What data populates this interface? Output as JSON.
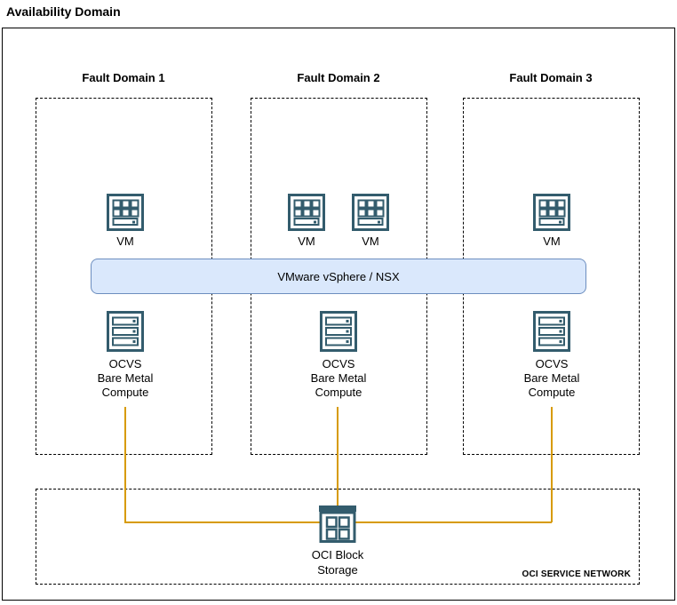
{
  "diagram": {
    "title": "Availability Domain",
    "fault_domains": [
      {
        "label": "Fault Domain 1",
        "vms": [
          {
            "label": "VM"
          }
        ],
        "compute": {
          "label": "OCVS\nBare Metal\nCompute"
        }
      },
      {
        "label": "Fault Domain 2",
        "vms": [
          {
            "label": "VM"
          },
          {
            "label": "VM"
          }
        ],
        "compute": {
          "label": "OCVS\nBare Metal\nCompute"
        }
      },
      {
        "label": "Fault Domain 3",
        "vms": [
          {
            "label": "VM"
          }
        ],
        "compute": {
          "label": "OCVS\nBare Metal\nCompute"
        }
      }
    ],
    "virtualization_layer": {
      "label": "VMware vSphere / NSX"
    },
    "service_network": {
      "label": "OCI SERVICE NETWORK",
      "storage": {
        "label": "OCI Block\nStorage"
      }
    },
    "colors": {
      "banner_fill": "#dae8fc",
      "banner_border": "#6c8ebf",
      "icon_stroke": "#335c6d",
      "connector": "#d79b00"
    }
  }
}
